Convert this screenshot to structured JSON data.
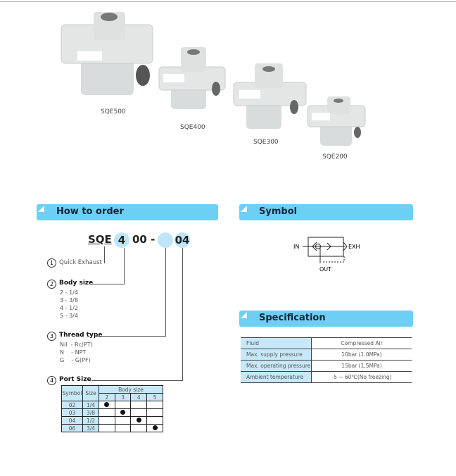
{
  "products": [
    {
      "label": "SQE500"
    },
    {
      "label": "SQE400"
    },
    {
      "label": "SQE300"
    },
    {
      "label": "SQE200"
    }
  ],
  "order": {
    "title": "How to order",
    "code": {
      "prefix": "SQE",
      "body": "4",
      "mid": "00 -",
      "thread": "",
      "port": "04"
    },
    "items": [
      {
        "num": "1",
        "title": "Quick Exhaust",
        "lines": []
      },
      {
        "num": "2",
        "title": "Body size",
        "lines": [
          "2 - 1/4",
          "3 - 3/8",
          "4 - 1/2",
          "5 - 3/4"
        ]
      },
      {
        "num": "3",
        "title": "Thread type",
        "lines": [
          "Nil  - Rc(PT)",
          "N    - NPT",
          "G    - G(PF)"
        ]
      },
      {
        "num": "4",
        "title": "Port Size",
        "lines": []
      }
    ],
    "table": {
      "h_symbol": "Symbol",
      "h_size": "Size",
      "h_body": "Body size",
      "body_sizes": [
        "2",
        "3",
        "4",
        "5"
      ],
      "rows": [
        {
          "symbol": "02",
          "size": "1/4",
          "mark": 0
        },
        {
          "symbol": "03",
          "size": "3/8",
          "mark": 1
        },
        {
          "symbol": "04",
          "size": "1/2",
          "mark": 2
        },
        {
          "symbol": "06",
          "size": "3/4",
          "mark": 3
        }
      ]
    }
  },
  "symbol": {
    "title": "Symbol",
    "in": "IN",
    "exh": "EXH",
    "out": "OUT"
  },
  "spec": {
    "title": "Specification",
    "rows": [
      {
        "k": "Fluid",
        "v": "Compressed Air"
      },
      {
        "k": "Max. supply pressure",
        "v": "10bar (1.0MPa)"
      },
      {
        "k": "Max. operating pressure",
        "v": "15bar (1.5MPa)"
      },
      {
        "k": "Ambient temperature",
        "v": "-5 ~ 60℃(No freezing)"
      }
    ]
  },
  "colors": {
    "header": "#6ecff5",
    "cell": "#c7e8f8"
  }
}
